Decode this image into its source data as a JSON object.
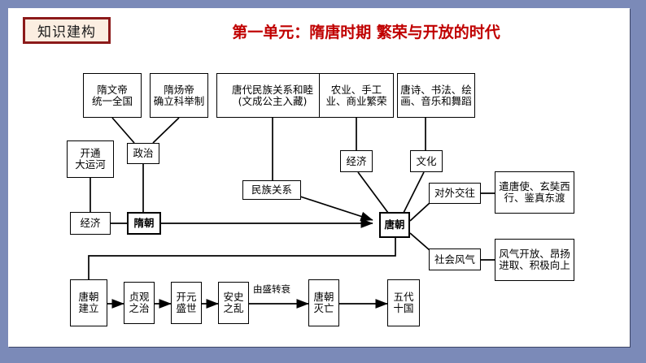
{
  "header": {
    "badge_label": "知识建构",
    "title": "第一单元：隋唐时期  繁荣与开放的时代",
    "badge_border_color": "#8c1a1a",
    "badge_fill_color": "#fbeee1",
    "title_color": "#c00000",
    "frame_color": "#7b8ab8"
  },
  "diagram": {
    "nodes": {
      "sui_wendi": "隋文帝\n统一全国",
      "sui_yangdi": "隋炀帝\n确立科举制",
      "tang_ethnic": "唐代民族关系和睦\n(文成公主入藏)",
      "economy_detail": "农业、手工\n业、商业繁荣",
      "culture_detail": "唐诗、书法、绘\n画、音乐和舞蹈",
      "grand_canal": "开通\n大运河",
      "politics": "政治",
      "economy_sui": "经济",
      "ethnic_relations": "民族关系",
      "economy_tang": "经济",
      "culture_tang": "文化",
      "sui_dynasty": "隋朝",
      "tang_dynasty": "唐朝",
      "foreign_relations": "对外交往",
      "foreign_detail": "遣唐使、玄奘西\n行、鉴真东渡",
      "social_climate": "社会风气",
      "social_detail": "风气开放、昂扬\n进取、积极向上",
      "tang_founded": "唐朝\n建立",
      "zhenguan": "贞观\n之治",
      "kaiyuan": "开元\n盛世",
      "anshi": "安史\n之乱",
      "tang_fall": "唐朝\n灭亡",
      "five_dynasties": "五代\n十国"
    },
    "edge_labels": {
      "decline": "由盛转衰"
    }
  }
}
